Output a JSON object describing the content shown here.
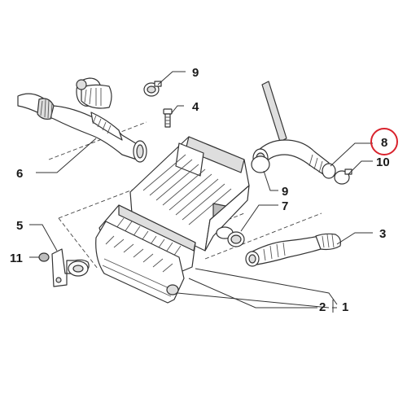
{
  "callouts": [
    {
      "id": "1",
      "label": "1"
    },
    {
      "id": "2",
      "label": "2"
    },
    {
      "id": "3",
      "label": "3"
    },
    {
      "id": "4",
      "label": "4"
    },
    {
      "id": "5",
      "label": "5"
    },
    {
      "id": "6",
      "label": "6"
    },
    {
      "id": "7",
      "label": "7"
    },
    {
      "id": "8",
      "label": "8",
      "highlighted": true
    },
    {
      "id": "9a",
      "label": "9"
    },
    {
      "id": "9b",
      "label": "9"
    },
    {
      "id": "10",
      "label": "10"
    },
    {
      "id": "11",
      "label": "11"
    }
  ],
  "colors": {
    "line": "#333333",
    "highlight_ring": "#d9232d",
    "background": "#ffffff"
  }
}
